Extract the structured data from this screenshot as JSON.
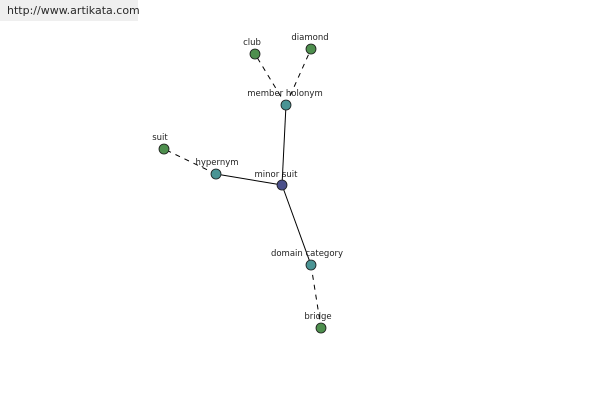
{
  "banner": {
    "text": "http://www.artikata.com"
  },
  "colors": {
    "leaf": "#4e8f4e",
    "relation": "#4a9494",
    "center": "#4a4f8a",
    "edge": "#000000"
  },
  "graph": {
    "nodes": [
      {
        "id": "minor-suit",
        "label": "minor suit",
        "kind": "center"
      },
      {
        "id": "member-holonym",
        "label": "member holonym",
        "kind": "relation"
      },
      {
        "id": "hypernym",
        "label": "hypernym",
        "kind": "relation"
      },
      {
        "id": "domain-category",
        "label": "domain category",
        "kind": "relation"
      },
      {
        "id": "club",
        "label": "club",
        "kind": "leaf"
      },
      {
        "id": "diamond",
        "label": "diamond",
        "kind": "leaf"
      },
      {
        "id": "suit",
        "label": "suit",
        "kind": "leaf"
      },
      {
        "id": "bridge",
        "label": "bridge",
        "kind": "leaf"
      }
    ],
    "edges": [
      {
        "from": "minor-suit",
        "to": "member-holonym",
        "style": "solid"
      },
      {
        "from": "minor-suit",
        "to": "hypernym",
        "style": "solid"
      },
      {
        "from": "minor-suit",
        "to": "domain-category",
        "style": "solid"
      },
      {
        "from": "member-holonym",
        "to": "club",
        "style": "dashed"
      },
      {
        "from": "member-holonym",
        "to": "diamond",
        "style": "dashed"
      },
      {
        "from": "hypernym",
        "to": "suit",
        "style": "dashed"
      },
      {
        "from": "domain-category",
        "to": "bridge",
        "style": "dashed"
      }
    ]
  }
}
